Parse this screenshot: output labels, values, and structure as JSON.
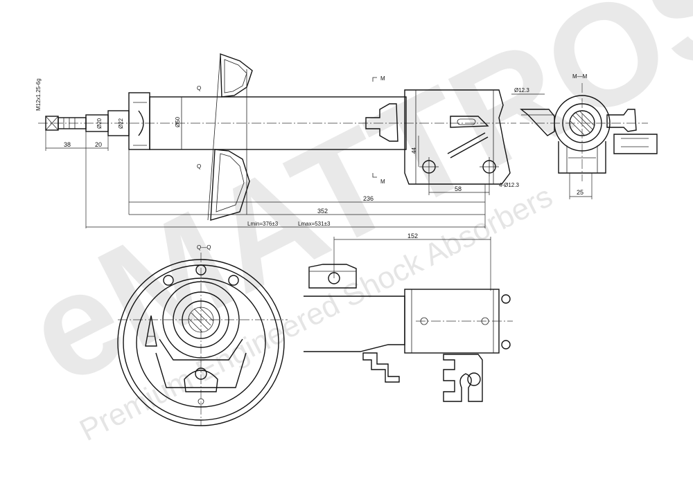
{
  "watermark": {
    "brand": "eMATTROS",
    "tagline": "Premium Engineered Shock Absorbers"
  },
  "dimensions": {
    "thread": "M12x1.25-6g",
    "len_38": "38",
    "len_20": "20",
    "dia_20": "Ø20",
    "dia_22": "Ø22",
    "dia_50": "Ø50",
    "len_236": "236",
    "len_352": "352",
    "lmin": "Lmin=376±3",
    "lmax": "Lmax=531±3",
    "len_44": "44",
    "len_58": "58",
    "holes": "4-Ø12.3",
    "dia_12_3": "Ø12.3",
    "len_25": "25",
    "len_152": "152"
  },
  "section_marks": {
    "q_top": "Q",
    "q_bottom": "Q",
    "m_top": "M",
    "m_bottom": "M",
    "mm": "M—M",
    "qq": "Q—Q"
  }
}
